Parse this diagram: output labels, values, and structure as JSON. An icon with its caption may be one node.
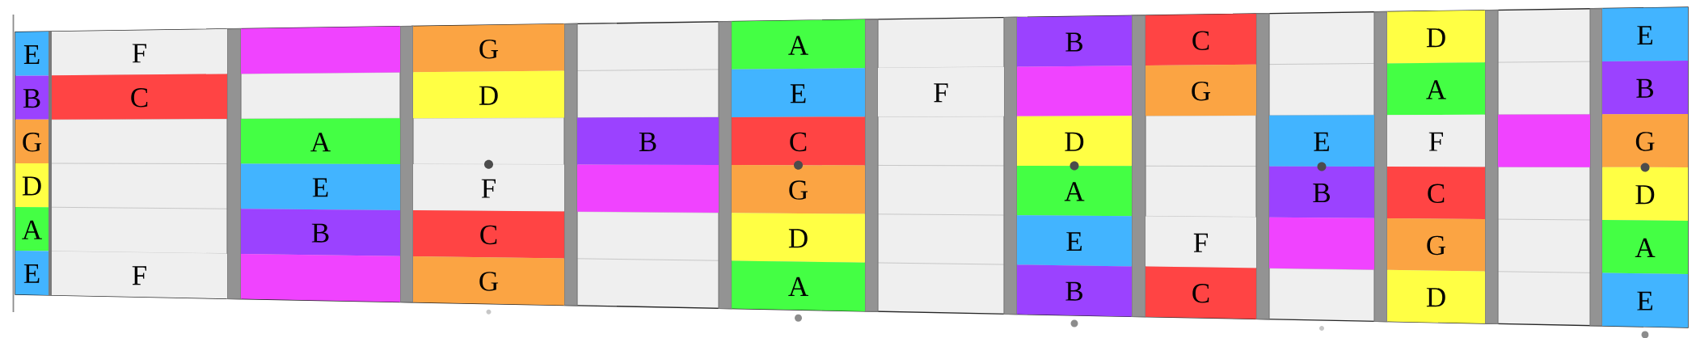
{
  "diagram": {
    "nodes": [
      {
        "text": [
          "E"
        ]
      },
      {
        "text": [
          "F"
        ]
      },
      {
        "text": [],
        "shape": "box"
      },
      {
        "text": [
          "G"
        ]
      },
      {
        "text": [
          "A"
        ]
      },
      {
        "text": [
          "B"
        ]
      },
      {
        "text": [
          "C"
        ]
      },
      {
        "text": [
          "D"
        ]
      },
      {
        "text": [
          "E"
        ]
      },
      {
        "text": [
          "B"
        ]
      },
      {
        "text": [
          "C"
        ]
      },
      {
        "text": [
          "D"
        ]
      },
      {
        "text": [
          "E"
        ]
      },
      {
        "text": [
          "F"
        ]
      },
      {
        "text": [],
        "shape": "box"
      },
      {
        "text": [
          "G"
        ]
      },
      {
        "text": [
          "A"
        ]
      },
      {
        "text": [
          "B"
        ]
      },
      {
        "text": [
          "G"
        ]
      },
      {
        "text": [
          "A"
        ]
      },
      {
        "text": [
          "B"
        ]
      },
      {
        "text": [
          "C"
        ]
      },
      {
        "text": [
          "D"
        ]
      },
      {
        "text": [
          "E"
        ]
      },
      {
        "text": [
          "F"
        ]
      },
      {
        "text": [],
        "shape": "box"
      },
      {
        "text": [
          "G"
        ]
      },
      {
        "text": [
          "D"
        ]
      },
      {
        "text": [
          "E"
        ]
      },
      {
        "text": [
          "F"
        ]
      },
      {
        "text": [],
        "shape": "box"
      },
      {
        "text": [
          "G"
        ]
      },
      {
        "text": [
          "A"
        ]
      },
      {
        "text": [
          "B"
        ]
      },
      {
        "text": [
          "C"
        ]
      },
      {
        "text": [
          "D"
        ]
      },
      {
        "text": [
          "A"
        ]
      },
      {
        "text": [
          "B"
        ]
      },
      {
        "text": [
          "C"
        ]
      },
      {
        "text": [
          "D"
        ]
      },
      {
        "text": [
          "E"
        ]
      },
      {
        "text": [
          "F"
        ]
      },
      {
        "text": [],
        "shape": "box"
      },
      {
        "text": [
          "G"
        ]
      },
      {
        "text": [
          "A"
        ]
      },
      {
        "text": [
          "E"
        ]
      },
      {
        "text": [
          "F"
        ]
      },
      {
        "text": [],
        "shape": "box"
      },
      {
        "text": [
          "G"
        ]
      },
      {
        "text": [
          "A"
        ]
      },
      {
        "text": [
          "B"
        ]
      },
      {
        "text": [
          "C"
        ]
      },
      {
        "text": [
          "D"
        ]
      },
      {
        "text": [
          "E"
        ]
      }
    ]
  }
}
